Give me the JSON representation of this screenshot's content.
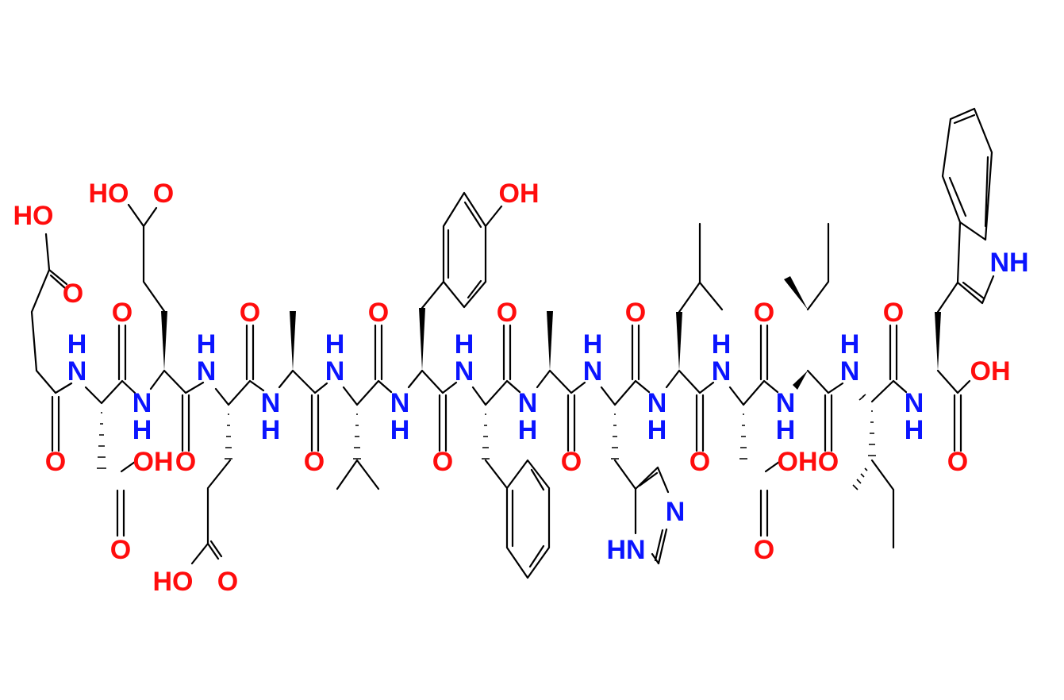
{
  "molecule": {
    "colors": {
      "oxygen": "#ff0d0d",
      "nitrogen": "#0a14ff",
      "bond": "#000000"
    },
    "labels": {
      "ho_suc": "HO",
      "o_suc": "O",
      "o_suc_amide": "O",
      "nh_1": "N",
      "nh_1_h": "H",
      "o_1": "O",
      "oh_asp1_side": "OH",
      "o_asp1_side": "O",
      "nh_2": "N",
      "nh_2_h": "H",
      "ho_glu1_side": "HO",
      "o_glu1_side": "O",
      "o_2": "O",
      "nh_3": "N",
      "nh_3_h": "H",
      "o_3": "O",
      "ho_glu2_side": "HO",
      "o_glu2_side": "O",
      "nh_4": "N",
      "nh_4_h": "H",
      "o_4": "O",
      "nh_5": "N",
      "nh_5_h": "H",
      "o_5": "O",
      "nh_6": "N",
      "nh_6_h": "H",
      "o_6": "O",
      "oh_tyr": "OH",
      "nh_7": "N",
      "nh_7_h": "H",
      "o_7": "O",
      "nh_8": "N",
      "nh_8_h": "H",
      "o_8": "O",
      "nh_9": "N",
      "nh_9_h": "H",
      "o_9": "O",
      "n_his": "N",
      "hn_his": "HN",
      "nh_10": "N",
      "nh_10_h": "H",
      "o_10": "O",
      "nh_11": "N",
      "nh_11_h": "H",
      "o_11": "O",
      "oh_asp2_side": "OH",
      "o_asp2_side": "O",
      "nh_12": "N",
      "nh_12_h": "H",
      "o_12": "O",
      "nh_13": "N",
      "nh_13_h": "H",
      "o_13": "O",
      "nh_14": "N",
      "nh_14_h": "H",
      "o_14": "O",
      "oh_cterm": "OH",
      "nh_trp": "NH"
    }
  }
}
